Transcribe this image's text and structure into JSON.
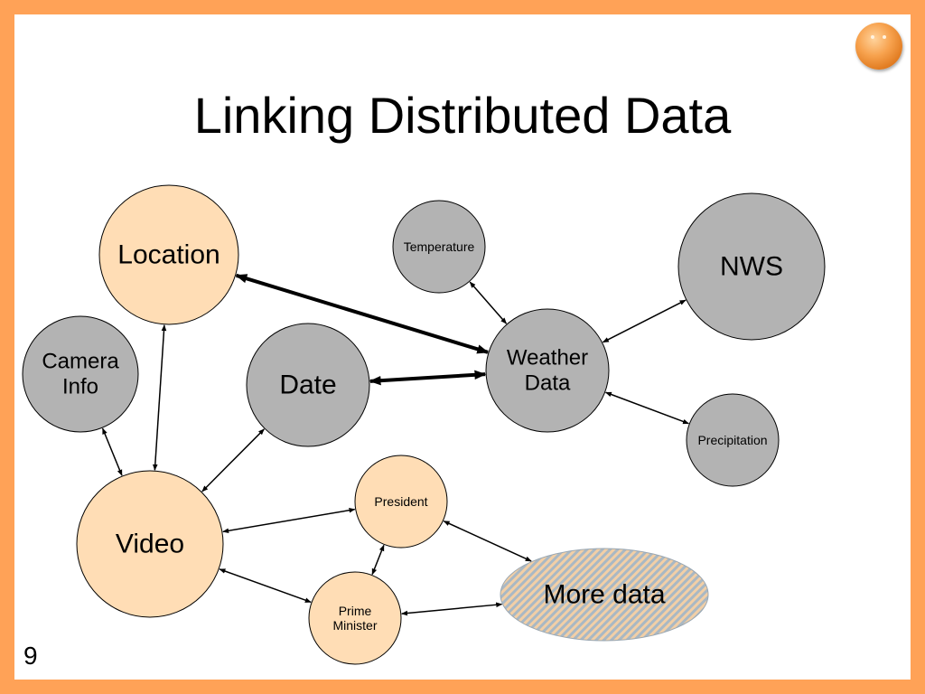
{
  "title": "Linking Distributed Data",
  "page_number": "9",
  "colors": {
    "frame": "#FFA257",
    "peach_node": "#FFDDB5",
    "gray_node": "#B3B3B3",
    "hatch_a": "#F2CFA6",
    "hatch_b": "#A9B8C4"
  },
  "nodes": [
    {
      "id": "location",
      "lines": [
        "Location"
      ]
    },
    {
      "id": "camera-info",
      "lines": [
        "Camera",
        "Info"
      ]
    },
    {
      "id": "date",
      "lines": [
        "Date"
      ]
    },
    {
      "id": "video",
      "lines": [
        "Video"
      ]
    },
    {
      "id": "temperature",
      "lines": [
        "Temperature"
      ]
    },
    {
      "id": "weather-data",
      "lines": [
        "Weather",
        "Data"
      ]
    },
    {
      "id": "nws",
      "lines": [
        "NWS"
      ]
    },
    {
      "id": "precipitation",
      "lines": [
        "Precipitation"
      ]
    },
    {
      "id": "president",
      "lines": [
        "President"
      ]
    },
    {
      "id": "prime-minister",
      "lines": [
        "Prime",
        "Minister"
      ]
    },
    {
      "id": "more-data",
      "lines": [
        "More data"
      ]
    }
  ],
  "edges": [
    {
      "from": "location",
      "to": "weather-data",
      "style": "bold"
    },
    {
      "from": "date",
      "to": "weather-data",
      "style": "bold"
    },
    {
      "from": "location",
      "to": "video",
      "style": "thin"
    },
    {
      "from": "camera-info",
      "to": "video",
      "style": "thin"
    },
    {
      "from": "date",
      "to": "video",
      "style": "thin"
    },
    {
      "from": "video",
      "to": "president",
      "style": "thin"
    },
    {
      "from": "video",
      "to": "prime-minister",
      "style": "thin"
    },
    {
      "from": "president",
      "to": "prime-minister",
      "style": "thin"
    },
    {
      "from": "president",
      "to": "more-data",
      "style": "thin"
    },
    {
      "from": "prime-minister",
      "to": "more-data",
      "style": "thin"
    },
    {
      "from": "temperature",
      "to": "weather-data",
      "style": "thin"
    },
    {
      "from": "nws",
      "to": "weather-data",
      "style": "thin"
    },
    {
      "from": "precipitation",
      "to": "weather-data",
      "style": "thin"
    }
  ]
}
